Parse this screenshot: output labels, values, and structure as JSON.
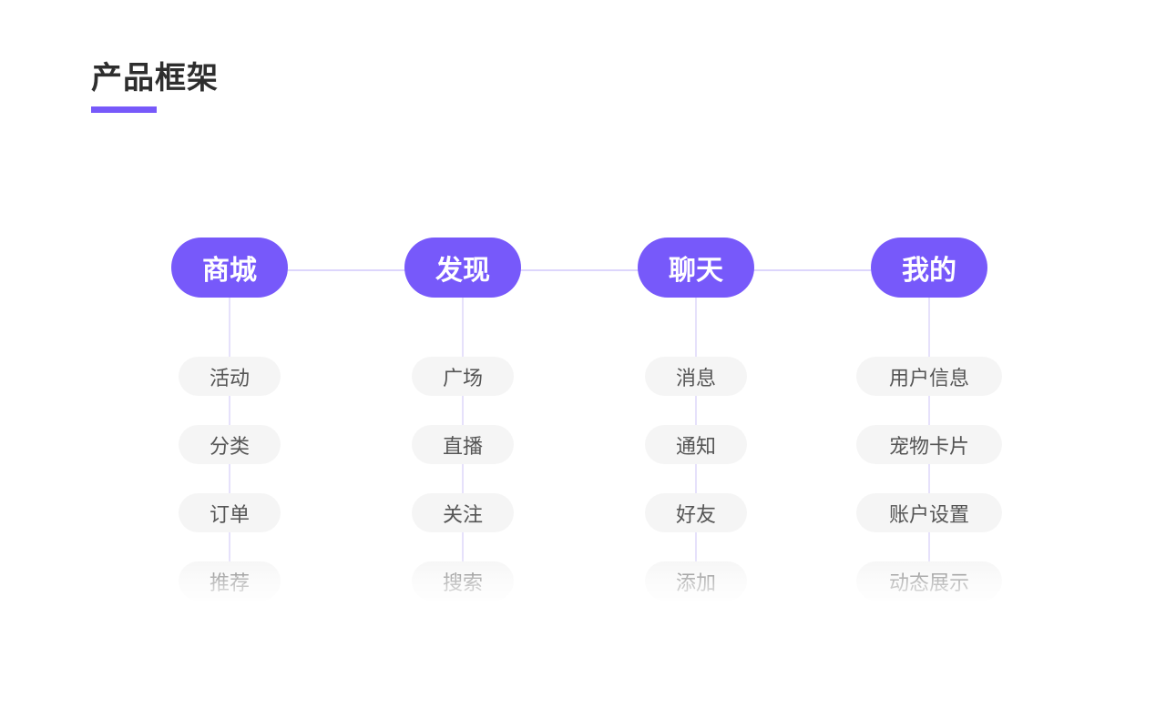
{
  "title": "产品框架",
  "colors": {
    "accent": "#7759fa",
    "line": "#ddd6fc",
    "pill": "#f5f5f5"
  },
  "columns": [
    {
      "label": "商城",
      "items": [
        "活动",
        "分类",
        "订单",
        "推荐"
      ]
    },
    {
      "label": "发现",
      "items": [
        "广场",
        "直播",
        "关注",
        "搜索"
      ]
    },
    {
      "label": "聊天",
      "items": [
        "消息",
        "通知",
        "好友",
        "添加"
      ]
    },
    {
      "label": "我的",
      "items": [
        "用户信息",
        "宠物卡片",
        "账户设置",
        "动态展示"
      ]
    }
  ]
}
